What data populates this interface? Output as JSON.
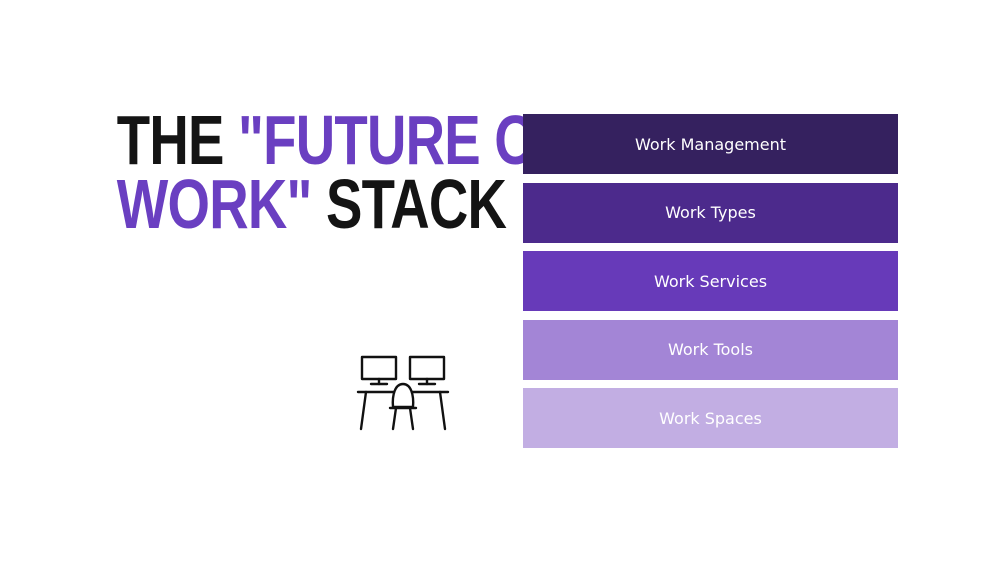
{
  "title": {
    "line1_a": "THE ",
    "line1_b": "\"FUTURE OF",
    "line2_a": "WORK\"",
    "line2_b": " STACK"
  },
  "colors": {
    "title_dark": "#141414",
    "title_accent": "#6a3fc1"
  },
  "icon": "desk-workstation-icon",
  "stack": [
    {
      "label": "Work Management",
      "color": "#35215f"
    },
    {
      "label": "Work Types",
      "color": "#4c2a8c"
    },
    {
      "label": "Work Services",
      "color": "#673ab9"
    },
    {
      "label": "Work Tools",
      "color": "#a385d6"
    },
    {
      "label": "Work Spaces",
      "color": "#c2aee3"
    }
  ]
}
